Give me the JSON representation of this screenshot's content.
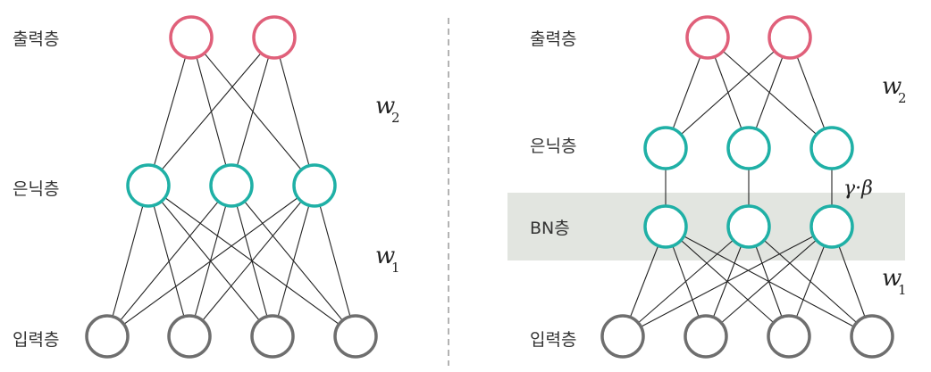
{
  "left": {
    "labels": {
      "output": "출력층",
      "hidden": "은닉층",
      "input": "입력층"
    },
    "weights": {
      "w2": {
        "base": "w",
        "sub": "2"
      },
      "w1": {
        "base": "w",
        "sub": "1"
      }
    }
  },
  "right": {
    "labels": {
      "output": "출력층",
      "hidden": "은닉층",
      "bn": "BN층",
      "input": "입력층"
    },
    "weights": {
      "w2": {
        "base": "w",
        "sub": "2"
      },
      "w1": {
        "base": "w",
        "sub": "1"
      }
    },
    "bn_params": "γ·β"
  },
  "colors": {
    "output_node": "#e0607a",
    "hidden_node": "#1fb0a6",
    "input_node": "#6e6e6e",
    "bn_band": "#e2e5e0",
    "divider": "#9a9a9a"
  }
}
